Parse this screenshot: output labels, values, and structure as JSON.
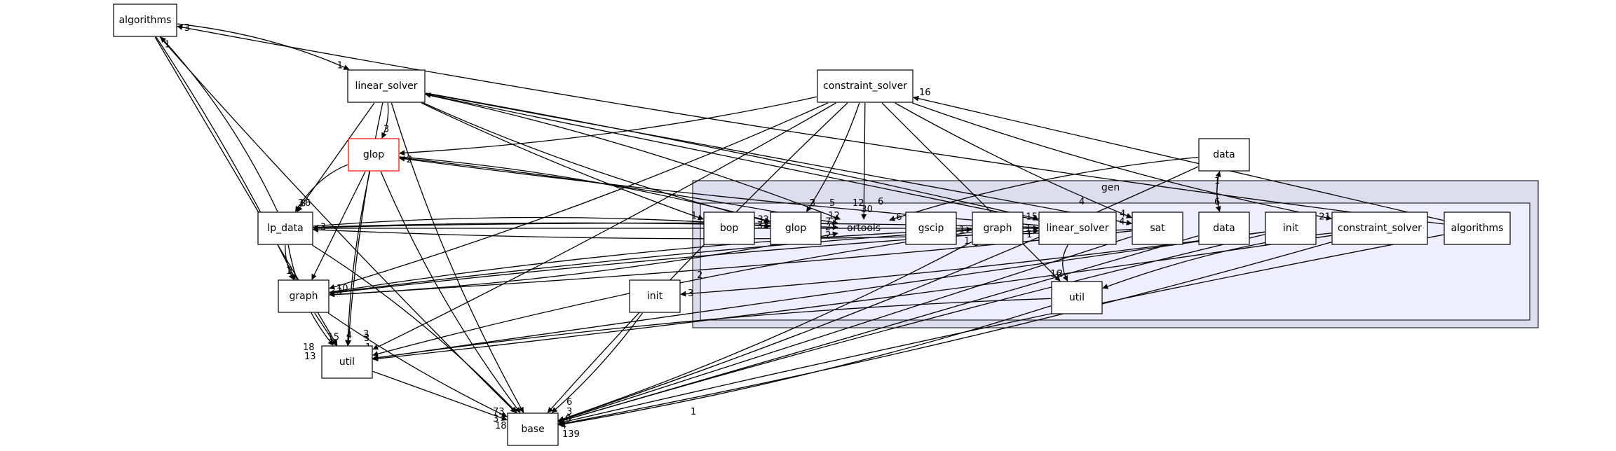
{
  "diagram": {
    "clusters": [
      {
        "id": "gen",
        "label": "gen"
      }
    ],
    "nodes": [
      {
        "id": "algorithms_top",
        "label": "algorithms"
      },
      {
        "id": "linear_solver_top",
        "label": "linear_solver"
      },
      {
        "id": "constraint_solver_top",
        "label": "constraint_solver"
      },
      {
        "id": "glop_top",
        "label": "glop"
      },
      {
        "id": "lp_data",
        "label": "lp_data"
      },
      {
        "id": "graph_top",
        "label": "graph"
      },
      {
        "id": "util_top",
        "label": "util"
      },
      {
        "id": "base",
        "label": "base"
      },
      {
        "id": "init_top",
        "label": "init"
      },
      {
        "id": "data_top",
        "label": "data"
      },
      {
        "id": "gen_bop",
        "label": "bop"
      },
      {
        "id": "gen_glop",
        "label": "glop"
      },
      {
        "id": "gen_ortools",
        "label": "ortools"
      },
      {
        "id": "gen_gscip",
        "label": "gscip"
      },
      {
        "id": "gen_graph",
        "label": "graph"
      },
      {
        "id": "gen_linear_solver",
        "label": "linear_solver"
      },
      {
        "id": "gen_sat",
        "label": "sat"
      },
      {
        "id": "gen_data",
        "label": "data"
      },
      {
        "id": "gen_init",
        "label": "init"
      },
      {
        "id": "gen_constraint_solver",
        "label": "constraint_solver"
      },
      {
        "id": "gen_algorithms",
        "label": "algorithms"
      },
      {
        "id": "gen_util",
        "label": "util"
      }
    ],
    "edges": [
      {
        "from": "algorithms_top",
        "to": "linear_solver_top",
        "labels": [
          "1"
        ]
      },
      {
        "from": "algorithms_top",
        "to": "graph_top",
        "labels": [
          "1"
        ]
      },
      {
        "from": "algorithms_top",
        "to": "util_top",
        "labels": [
          ""
        ]
      },
      {
        "from": "algorithms_top",
        "to": "base",
        "labels": [
          ""
        ]
      },
      {
        "from": "lp_data",
        "to": "algorithms_top",
        "labels": [
          "1"
        ]
      },
      {
        "from": "gen_algorithms",
        "to": "algorithms_top",
        "labels": [
          "3"
        ]
      },
      {
        "from": "linear_solver_top",
        "to": "glop_top",
        "labels": [
          "3"
        ]
      },
      {
        "from": "linear_solver_top",
        "to": "lp_data",
        "labels": [
          "8"
        ]
      },
      {
        "from": "linear_solver_top",
        "to": "gen_bop",
        "labels": [
          "1"
        ]
      },
      {
        "from": "linear_solver_top",
        "to": "gen_glop",
        "labels": [
          "32"
        ]
      },
      {
        "from": "linear_solver_top",
        "to": "gen_ortools",
        "labels": [
          "12"
        ]
      },
      {
        "from": "linear_solver_top",
        "to": "gen_linear_solver",
        "labels": [
          "15"
        ]
      },
      {
        "from": "linear_solver_top",
        "to": "gen_sat",
        "labels": [
          "4"
        ]
      },
      {
        "from": "linear_solver_top",
        "to": "util_top",
        "labels": [
          "4"
        ]
      },
      {
        "from": "linear_solver_top",
        "to": "base",
        "labels": [
          ""
        ]
      },
      {
        "from": "constraint_solver_top",
        "to": "glop_top",
        "labels": [
          ""
        ]
      },
      {
        "from": "constraint_solver_top",
        "to": "gen_glop",
        "labels": [
          "2"
        ]
      },
      {
        "from": "constraint_solver_top",
        "to": "gen_ortools",
        "labels": [
          "30"
        ]
      },
      {
        "from": "constraint_solver_top",
        "to": "gen_sat",
        "labels": [
          "4"
        ]
      },
      {
        "from": "constraint_solver_top",
        "to": "gen_constraint_solver",
        "labels": [
          "21"
        ]
      },
      {
        "from": "constraint_solver_top",
        "to": "graph_top",
        "labels": [
          ""
        ]
      },
      {
        "from": "constraint_solver_top",
        "to": "util_top",
        "labels": [
          ""
        ]
      },
      {
        "from": "constraint_solver_top",
        "to": "gen_util",
        "labels": [
          "16",
          "2"
        ]
      },
      {
        "from": "constraint_solver_top",
        "to": "base",
        "labels": [
          ""
        ]
      },
      {
        "from": "glop_top",
        "to": "lp_data",
        "labels": [
          "3",
          "6"
        ]
      },
      {
        "from": "glop_top",
        "to": "gen_glop",
        "labels": [
          ""
        ]
      },
      {
        "from": "glop_top",
        "to": "gen_ortools",
        "labels": [
          "72"
        ]
      },
      {
        "from": "glop_top",
        "to": "graph_top",
        "labels": [
          ""
        ]
      },
      {
        "from": "glop_top",
        "to": "util_top",
        "labels": [
          ""
        ]
      },
      {
        "from": "glop_top",
        "to": "base",
        "labels": [
          ""
        ]
      },
      {
        "from": "lp_data",
        "to": "gen_glop",
        "labels": [
          "32"
        ]
      },
      {
        "from": "lp_data",
        "to": "gen_ortools",
        "labels": [
          "2"
        ]
      },
      {
        "from": "lp_data",
        "to": "gen_linear_solver",
        "labels": [
          "1"
        ]
      },
      {
        "from": "lp_data",
        "to": "graph_top",
        "labels": [
          "1"
        ]
      },
      {
        "from": "lp_data",
        "to": "util_top",
        "labels": [
          ""
        ]
      },
      {
        "from": "lp_data",
        "to": "base",
        "labels": [
          ""
        ]
      },
      {
        "from": "gen_linear_solver",
        "to": "glop_top",
        "labels": [
          "2"
        ]
      },
      {
        "from": "gen_linear_solver",
        "to": "linear_solver_top",
        "labels": [
          ""
        ]
      },
      {
        "from": "gen_linear_solver",
        "to": "lp_data",
        "labels": [
          "3"
        ]
      },
      {
        "from": "gen_linear_solver",
        "to": "gen_util",
        "labels": [
          ""
        ]
      },
      {
        "from": "gen_sat",
        "to": "lp_data",
        "labels": [
          ""
        ]
      },
      {
        "from": "gen_sat",
        "to": "graph_top",
        "labels": [
          ""
        ]
      },
      {
        "from": "gen_sat",
        "to": "base",
        "labels": [
          ""
        ]
      },
      {
        "from": "data_top",
        "to": "gen_data",
        "labels": [
          "6"
        ]
      },
      {
        "from": "data_top",
        "to": "gen_ortools",
        "labels": [
          "6"
        ]
      },
      {
        "from": "data_top",
        "to": "base",
        "labels": [
          ""
        ]
      },
      {
        "from": "gen_data",
        "to": "data_top",
        "labels": [
          "1"
        ]
      },
      {
        "from": "gen_data",
        "to": "base",
        "labels": [
          "9"
        ]
      },
      {
        "from": "gen_graph",
        "to": "graph_top",
        "labels": [
          "3"
        ]
      },
      {
        "from": "gen_graph",
        "to": "util_top",
        "labels": [
          ""
        ]
      },
      {
        "from": "gen_graph",
        "to": "base",
        "labels": [
          ""
        ]
      },
      {
        "from": "gen_init",
        "to": "init_top",
        "labels": [
          "3"
        ]
      },
      {
        "from": "gen_init",
        "to": "util_top",
        "labels": [
          ""
        ]
      },
      {
        "from": "gen_init",
        "to": "base",
        "labels": [
          "6"
        ]
      },
      {
        "from": "gen_constraint_solver",
        "to": "gen_util",
        "labels": [
          ""
        ]
      },
      {
        "from": "gen_constraint_solver",
        "to": "base",
        "labels": [
          ""
        ]
      },
      {
        "from": "gen_constraint_solver",
        "to": "util_top",
        "labels": [
          ""
        ]
      },
      {
        "from": "gen_algorithms",
        "to": "constraint_solver_top",
        "labels": [
          ""
        ]
      },
      {
        "from": "gen_algorithms",
        "to": "base",
        "labels": [
          ""
        ]
      },
      {
        "from": "graph_top",
        "to": "gen_ortools",
        "labels": [
          "2"
        ]
      },
      {
        "from": "graph_top",
        "to": "gen_graph",
        "labels": [
          "1"
        ]
      },
      {
        "from": "graph_top",
        "to": "gen_linear_solver",
        "labels": [
          "1"
        ]
      },
      {
        "from": "graph_top",
        "to": "util_top",
        "labels": [
          "15"
        ]
      },
      {
        "from": "graph_top",
        "to": "base",
        "labels": [
          ""
        ]
      },
      {
        "from": "gen_util",
        "to": "util_top",
        "labels": [
          ""
        ]
      },
      {
        "from": "gen_util",
        "to": "base",
        "labels": [
          ""
        ]
      },
      {
        "from": "init_top",
        "to": "base",
        "labels": [
          ""
        ]
      },
      {
        "from": "util_top",
        "to": "base",
        "labels": [
          ""
        ]
      }
    ],
    "stray_labels": [
      "3",
      "10",
      "18",
      "13",
      "3",
      "1",
      "3",
      "7",
      "3",
      "3",
      "5",
      "16",
      "6",
      "12",
      "73",
      "3",
      "18",
      "1",
      "139",
      "1",
      "3",
      "4",
      "6",
      "2",
      "1",
      "8",
      "1",
      "4"
    ]
  }
}
